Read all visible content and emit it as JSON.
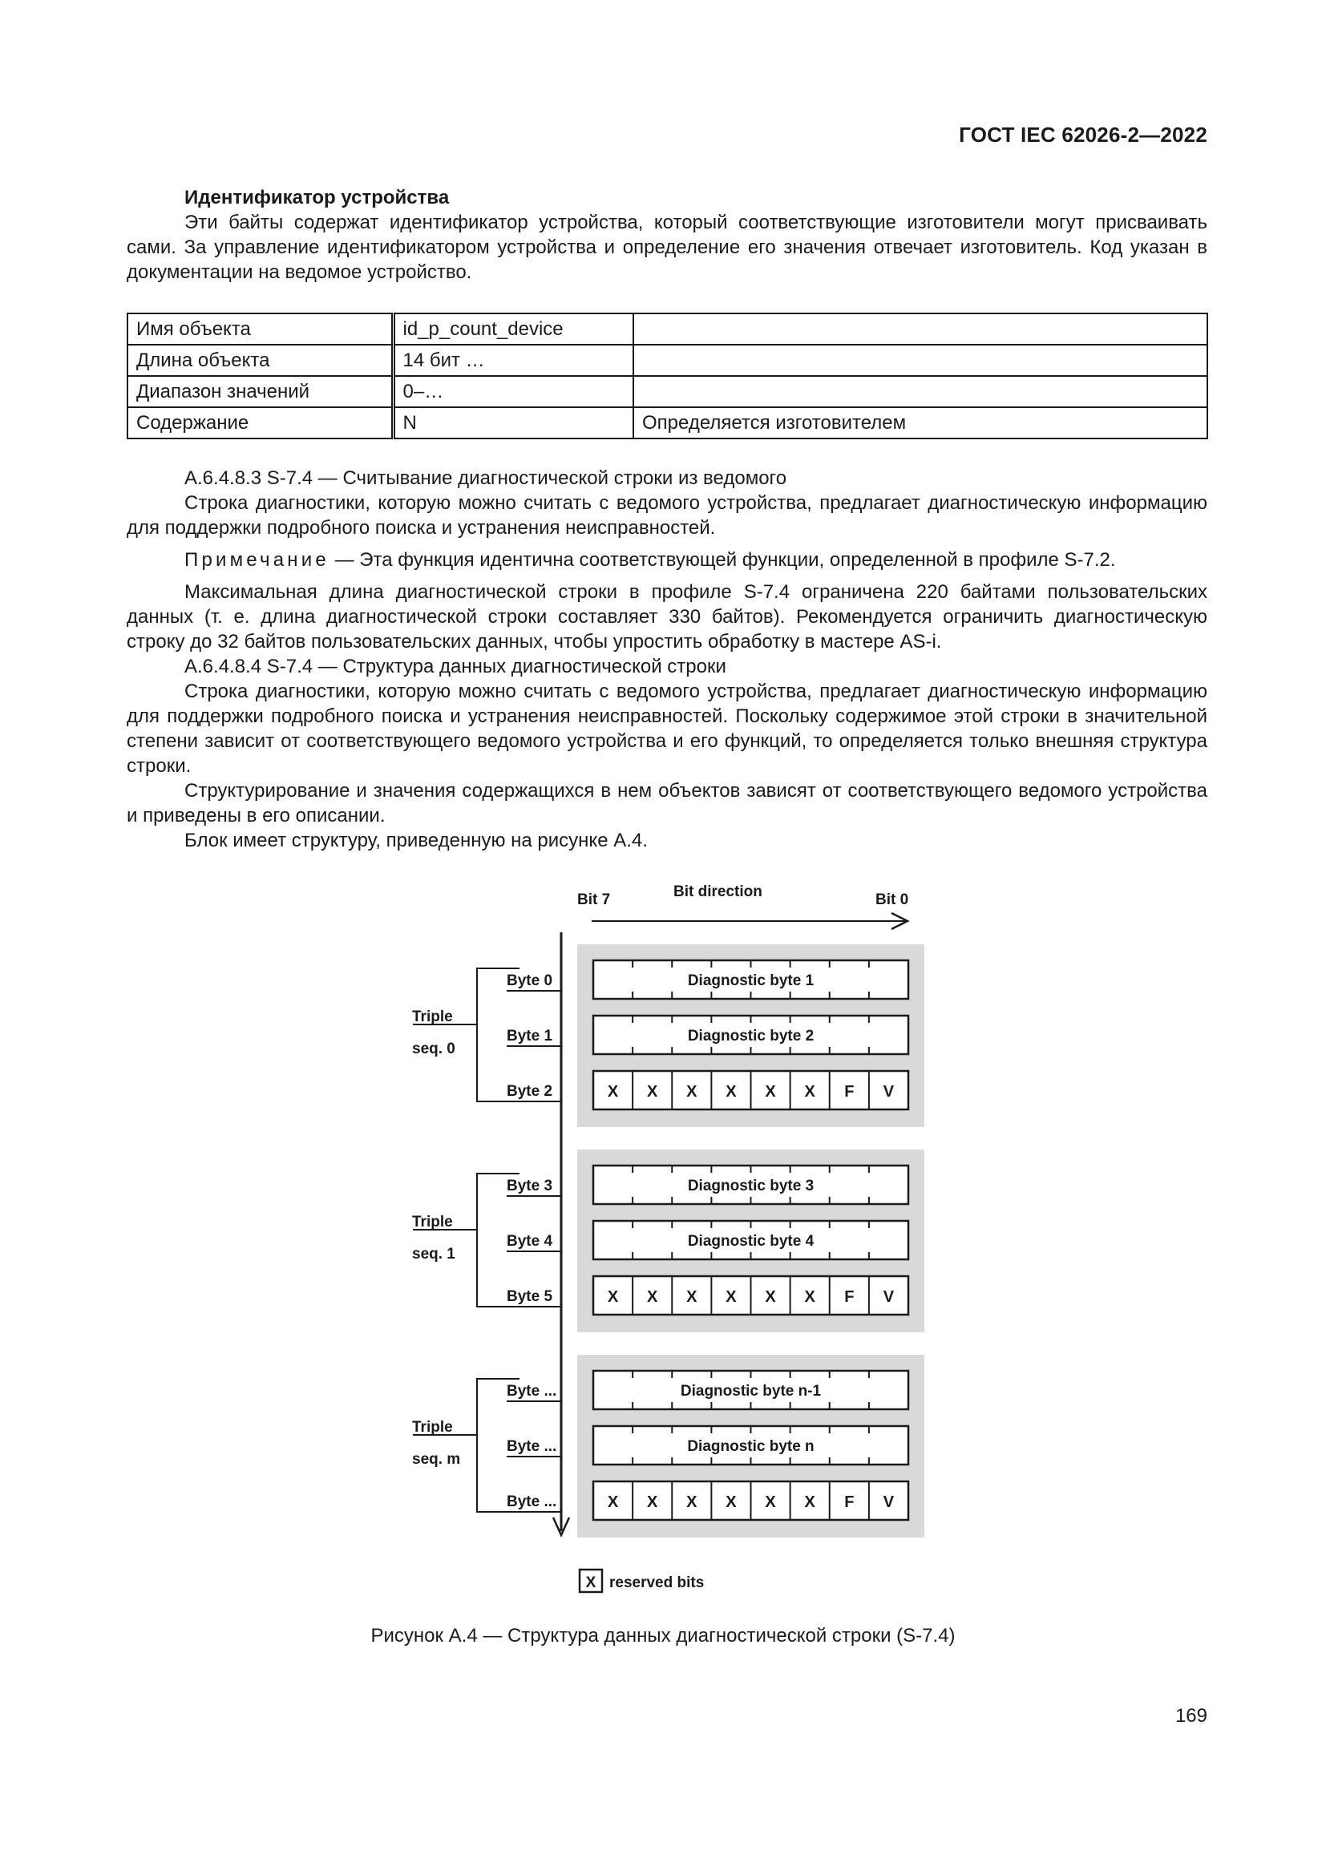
{
  "header": {
    "doc_id": "ГОСТ IEC 62026-2—2022"
  },
  "section_device": {
    "heading": "Идентификатор устройства",
    "paragraph": "Эти байты содержат идентификатор устройства, который соответствующие изготовители могут присваивать сами. За управление идентификатором устройства и определение его значения отвечает изготовитель. Код указан в документации на ведомое устройство."
  },
  "object_table": {
    "rows": [
      {
        "label": "Имя объекта",
        "value": "id_p_count_device",
        "note": ""
      },
      {
        "label": "Длина объекта",
        "value": "14 бит …",
        "note": ""
      },
      {
        "label": "Диапазон значений",
        "value": "0–…",
        "note": ""
      },
      {
        "label": "Содержание",
        "value": "N",
        "note": "Определяется изготовителем"
      }
    ]
  },
  "body": {
    "p1": "А.6.4.8.3 S-7.4 — Считывание диагностической строки из ведомого",
    "p2": "Строка диагностики, которую можно считать с ведомого устройства, предлагает диагностическую информацию для поддержки подробного поиска и устранения неисправностей.",
    "note_label": "Примечание",
    "note_text": " — Эта функция идентична соответствующей функции, определенной в профиле S-7.2.",
    "p3": "Максимальная длина диагностической строки в профиле S-7.4 ограничена 220 байтами пользовательских данных (т. е. длина диагностической строки составляет 330 байтов). Рекомендуется ограничить диагностическую строку до 32 байтов пользовательских данных, чтобы упростить обработку в мастере AS-i.",
    "p4": "А.6.4.8.4 S-7.4 — Структура данных диагностической строки",
    "p5": "Строка диагностики, которую можно считать с ведомого устройства, предлагает диагностическую информацию для поддержки подробного поиска и устранения неисправностей. Поскольку содержимое этой строки в значительной степени зависит от соответствующего ведомого устройства и его функций, то определяется только внешняя структура строки.",
    "p6": "Структурирование и значения содержащихся в нем объектов зависят от соответствующего ведомого устройства и приведены в его описании.",
    "p7": "Блок имеет структуру, приведенную на рисунке А.4."
  },
  "figure": {
    "bit_msb": "Bit 7",
    "bit_direction": "Bit direction",
    "bit_lsb": "Bit 0",
    "groups": [
      {
        "label_line1": "Triple",
        "label_line2": "seq. 0",
        "bytes": [
          "Byte 0",
          "Byte 1",
          "Byte 2"
        ],
        "diag": [
          "Diagnostic byte 1",
          "Diagnostic byte 2"
        ]
      },
      {
        "label_line1": "Triple",
        "label_line2": "seq. 1",
        "bytes": [
          "Byte 3",
          "Byte 4",
          "Byte 5"
        ],
        "diag": [
          "Diagnostic byte 3",
          "Diagnostic byte 4"
        ]
      },
      {
        "label_line1": "Triple",
        "label_line2": "seq. m",
        "bytes": [
          "Byte ...",
          "Byte ...",
          "Byte ..."
        ],
        "diag": [
          "Diagnostic byte n-1",
          "Diagnostic byte n"
        ]
      }
    ],
    "third_byte_bits": [
      "X",
      "X",
      "X",
      "X",
      "X",
      "X",
      "F",
      "V"
    ],
    "legend_symbol": "X",
    "legend_text": "reserved bits",
    "caption": "Рисунок А.4 — Структура данных диагностической строки (S-7.4)"
  },
  "page_number": "169"
}
